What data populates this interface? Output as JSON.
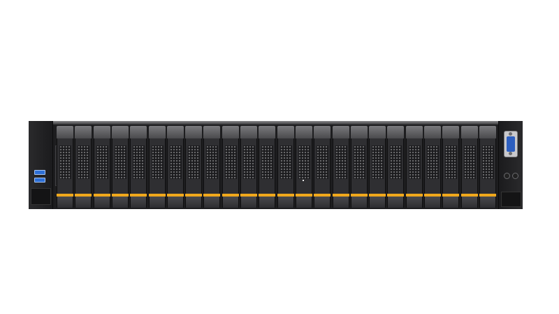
{
  "device": {
    "type": "rack-server-2u",
    "drive_bay_count": 24,
    "front_usb_ports": 2,
    "has_vga_port": true
  },
  "colors": {
    "chassis": "#1d1d1f",
    "drive_latch": "#f0a81c",
    "usb_port": "#2d6fd6",
    "vga_port": "#2d5fc0",
    "background": "#ffffff"
  },
  "icons": {
    "usb": "usb-port-icon",
    "vga": "vga-port-icon",
    "power": "power-button-icon"
  }
}
